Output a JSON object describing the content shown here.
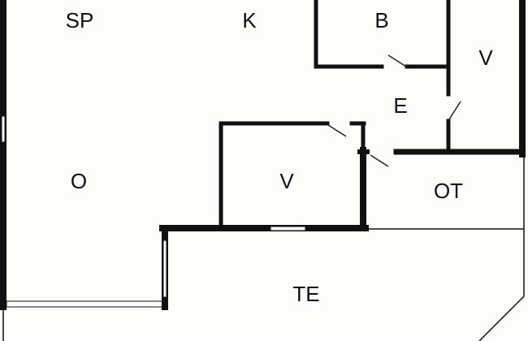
{
  "rooms": {
    "sp": "SP",
    "k": "K",
    "b": "B",
    "v_top": "V",
    "e": "E",
    "o": "O",
    "v_mid": "V",
    "ot": "OT",
    "te": "TE"
  },
  "colors": {
    "wall": "#111111",
    "background": "#fdfdf9"
  }
}
